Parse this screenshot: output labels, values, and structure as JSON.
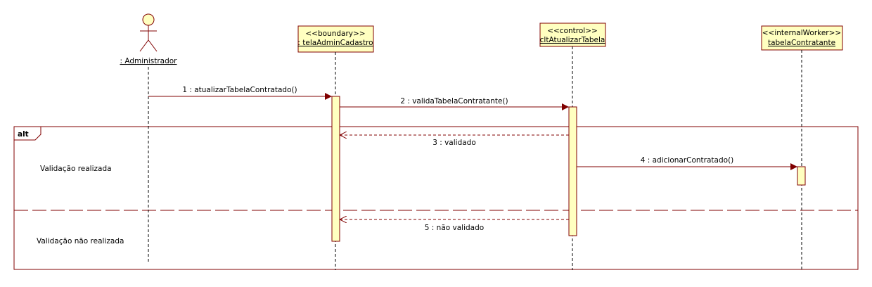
{
  "diagram": {
    "lifelines": {
      "actor": {
        "name": ": Administrador"
      },
      "boundary": {
        "stereotype": "<<boundary>>",
        "name": ": telaAdminCadastro"
      },
      "control": {
        "stereotype": "<<control>>",
        "name": "cltAtualizarTabela"
      },
      "worker": {
        "stereotype": "<<internalWorker>>",
        "name": "tabelaContratante"
      }
    },
    "messages": {
      "m1": "1 : atualizarTabelaContratado()",
      "m2": "2 : validaTabelaContratante()",
      "m3": "3 : validado",
      "m4": "4 : adicionarContratado()",
      "m5": "5 : não validado"
    },
    "fragment": {
      "operator": "alt",
      "guard1": "Validação realizada",
      "guard2": "Validação não realizada"
    },
    "colors": {
      "box_fill": "#ffffc0",
      "frame": "#800000",
      "line": "#800000",
      "lifeline": "#000000"
    }
  }
}
